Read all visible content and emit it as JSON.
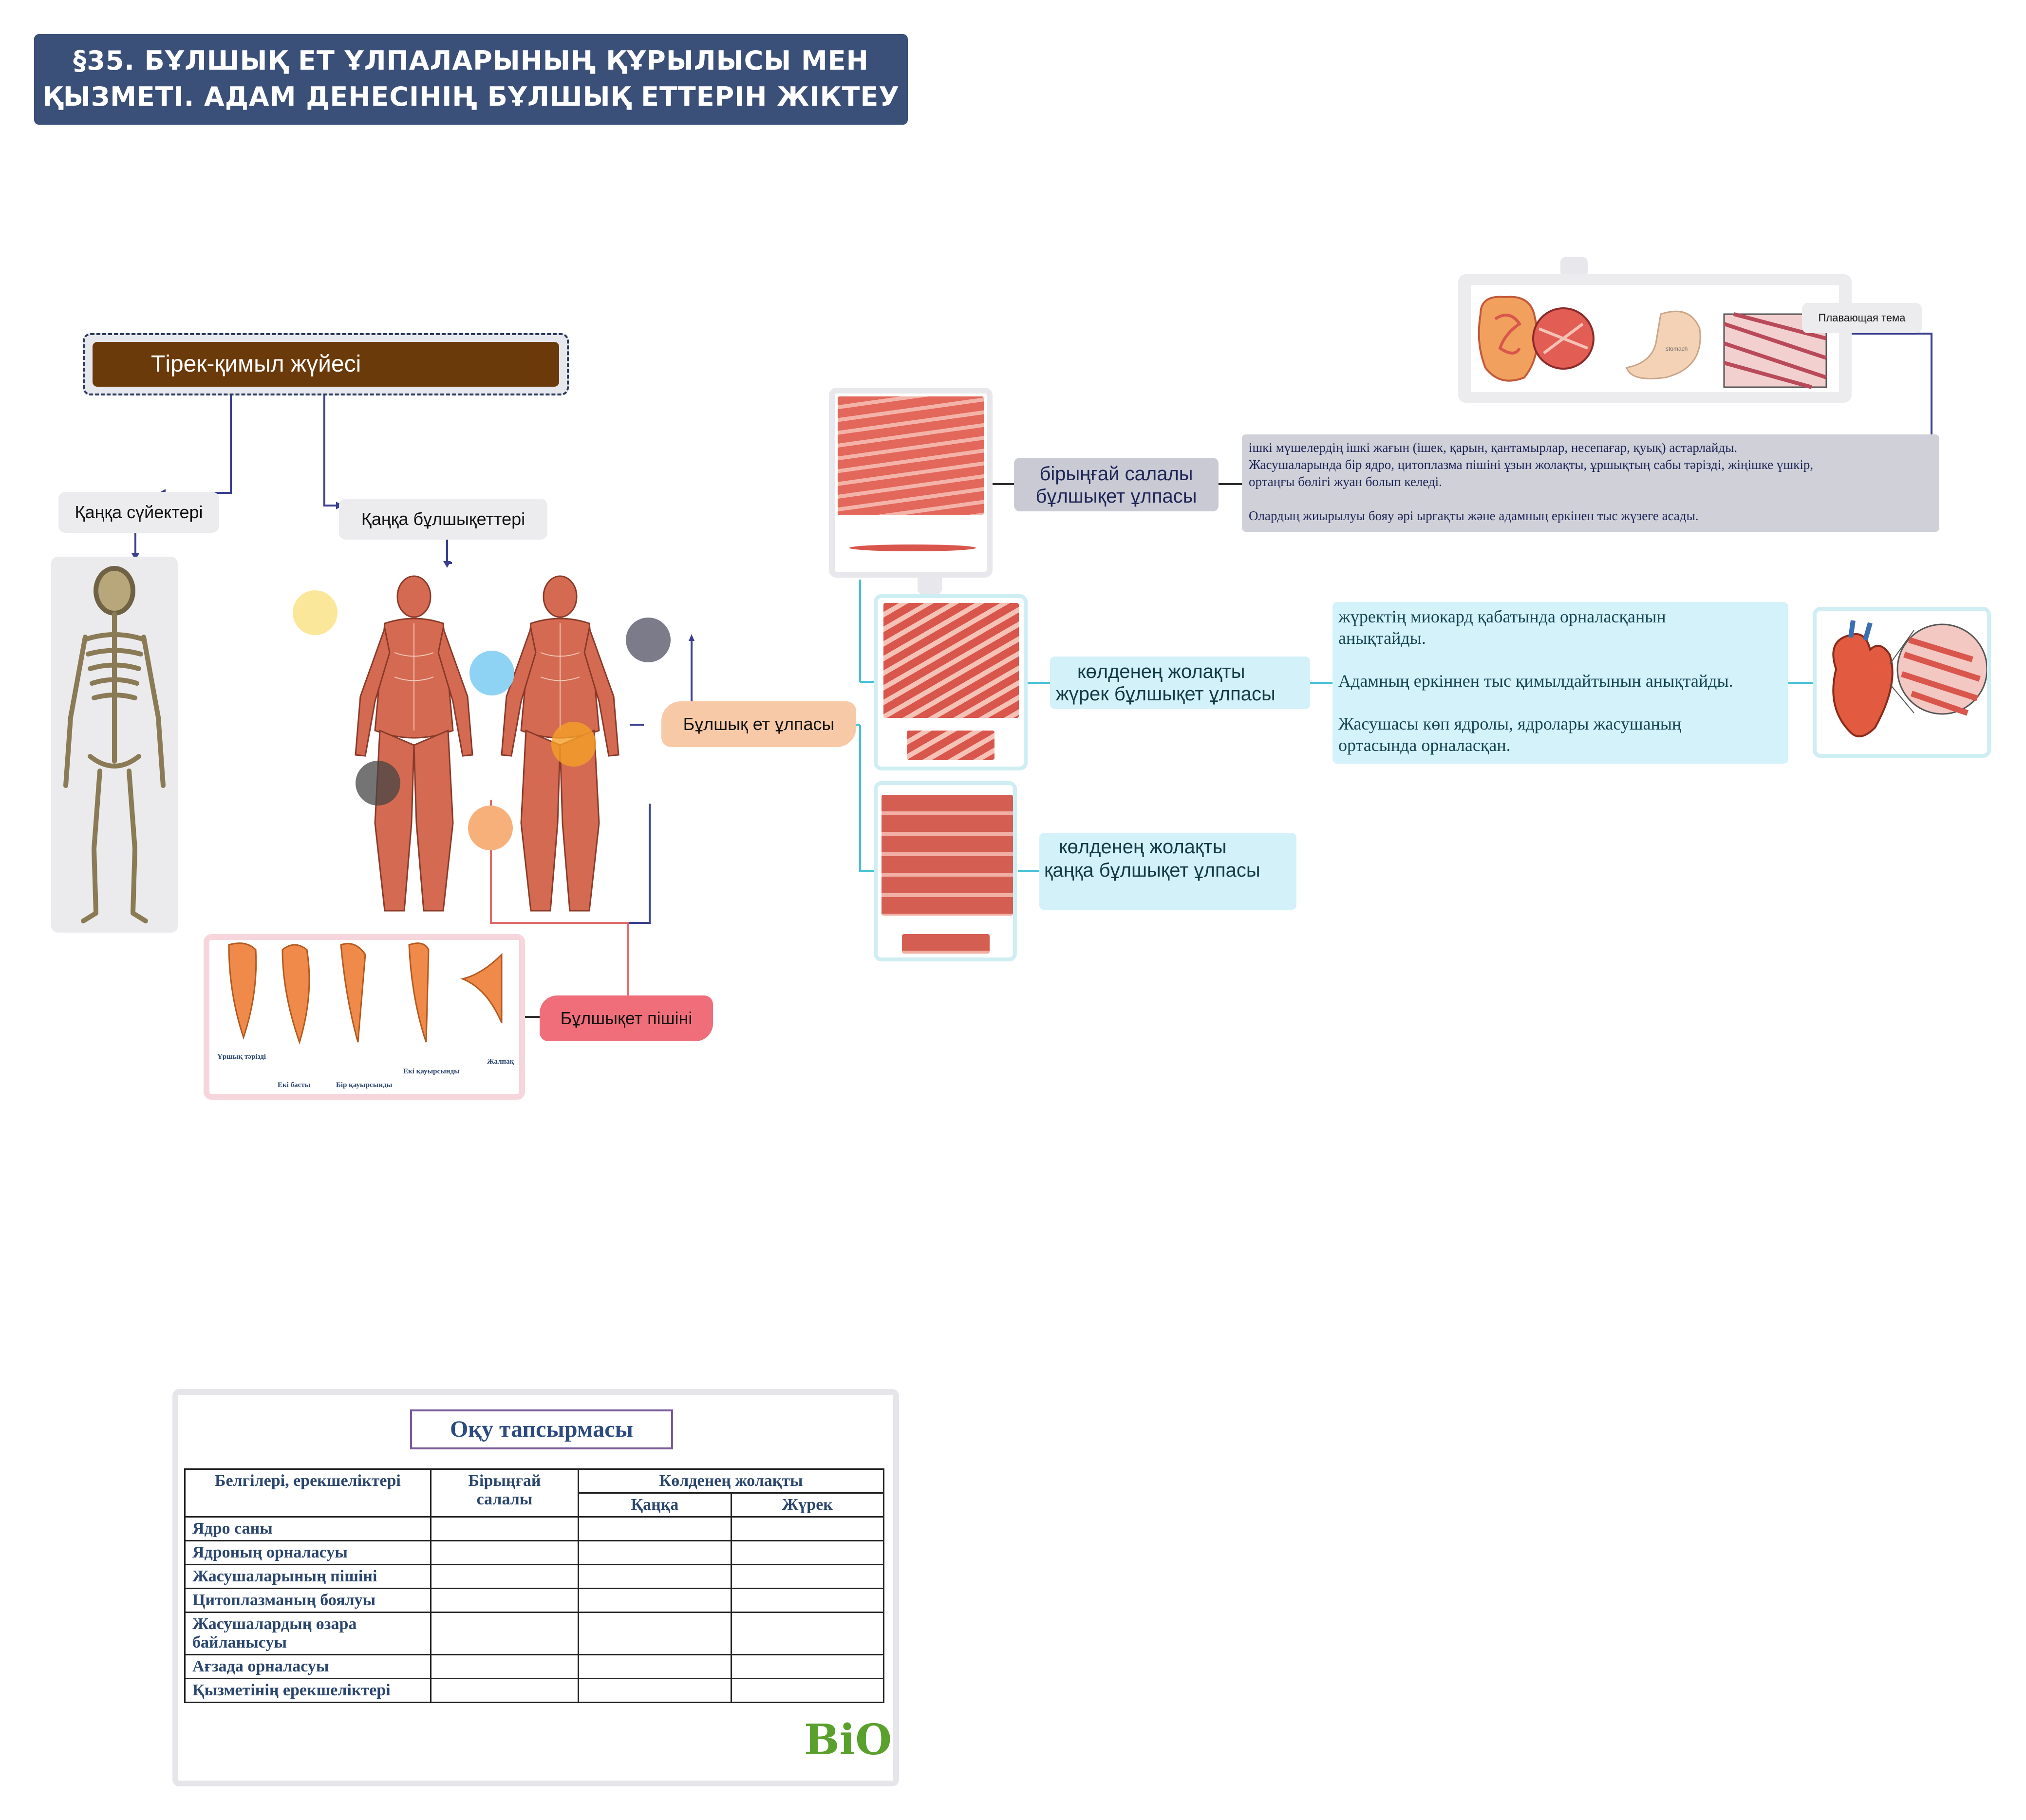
{
  "title": {
    "line1": "§35. БҰЛШЫҚ ЕТ ҰЛПАЛАРЫНЫҢ ҚҰРЫЛЫСЫ МЕН",
    "line2": "ҚЫЗМЕТІ. АДАМ ДЕНЕСІНІҢ БҰЛШЫҚ ЕТТЕРІН ЖІКТЕУ"
  },
  "root": "Тірек-қимыл  жүйесі",
  "branches": {
    "bones": "Қаңқа сүйектері",
    "skeletal_muscles": "Қаңқа бұлшықеттері",
    "muscle_tissue": "Бұлшық ет ұлпасы",
    "muscle_shape": "Бұлшықет пішіні"
  },
  "muscle_shapes": [
    "Ұршық тәрізді",
    "Екі басты",
    "Бір қауырсынды",
    "Екі қауырсынды",
    "Жалпақ"
  ],
  "smooth": {
    "line1": "бірыңғай салалы",
    "line2": "бұлшықет ұлпасы",
    "desc": [
      "   ішкі мүшелердің ішкі жағын (ішек, қарын, қантамырлар, несепағар, қуық) астарлайды.",
      "Жасушаларында бір ядро, цитоплазма пішіні ұзын жолақты, ұршықтың сабы тәрізді, жіңішке үшкір,",
      "ортаңғы бөлігі жуан болып келеді.",
      "",
      "Олардың жиырылуы бояу әрі ырғақты және адамның еркінен тыс жүзеге асады."
    ]
  },
  "cardiac": {
    "line1": "көлденең жолақты",
    "line2": "жүрек бұлшықет ұлпасы",
    "desc": [
      "жүректің миокард қабатында орналасқанын",
      "анықтайды.",
      "",
      "Адамның еркіннен тыс қимылдайтынын анықтайды.",
      "",
      "Жасушасы көп ядролы, ядролары жасушаның",
      "ортасында орналасқан."
    ]
  },
  "skeletal": {
    "line1": "көлденең жолақты",
    "line2": "қаңқа бұлшықет ұлпасы"
  },
  "floating_topic": "Плавающая тема",
  "stomach_label": "stomach",
  "task": {
    "title": "Оқу тапсырмасы",
    "header_features": "Белгілері, ерекшеліктері",
    "header_smooth_1": "Бірыңғай",
    "header_smooth_2": "салалы",
    "header_striated": "Көлденең жолақты",
    "header_skeletal": "Қаңқа",
    "header_heart": "Жүрек",
    "rows": [
      "Ядро саны",
      "Ядроның орналасуы",
      "Жасушаларының пішіні",
      "Цитоплазманың боялуы",
      "Жасушалардың өзара байланысуы",
      "Ағзада орналасуы",
      "Қызметінің ерекшеліктері"
    ]
  },
  "logo": "BiO",
  "colors": {
    "banner": "#3b5078",
    "root": "#6b3a0a",
    "smooth_node": "#c9cad3",
    "cyan_node": "#d3f1f8",
    "muscle_tissue_brush": "#f7c9a6",
    "muscle_shape_brush": "#f06e7a",
    "connector": "#3a3f8f"
  },
  "icons": {
    "skeleton": "skeleton-image",
    "muscle_body": "muscle-anatomy-image",
    "heart": "heart-image",
    "digestive": "digestive-organs-image"
  }
}
